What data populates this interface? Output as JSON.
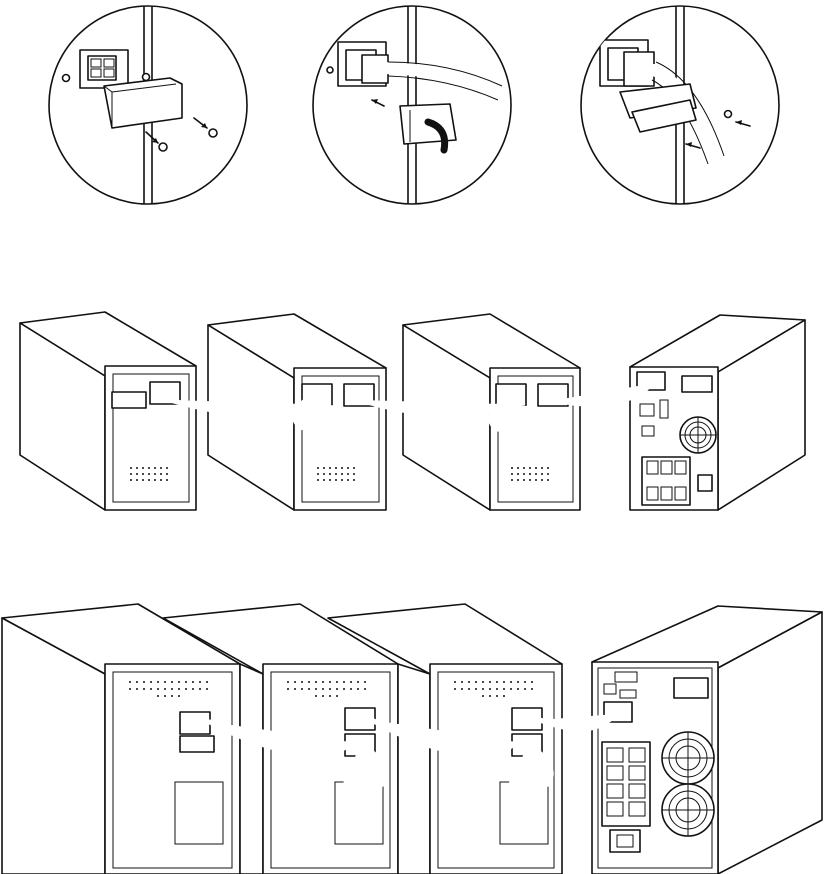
{
  "figure": {
    "detail_steps": [
      {
        "name": "detail-step-1-remove-cover-screws"
      },
      {
        "name": "detail-step-2-rotate-cover"
      },
      {
        "name": "detail-step-3-fasten-cable-retainer"
      }
    ],
    "rows": [
      {
        "name": "row-small-ups-with-battery-packs",
        "units": 4
      },
      {
        "name": "row-large-ups-with-battery-packs",
        "units": 4
      }
    ]
  },
  "colors": {
    "line": "#111111",
    "background": "#ffffff"
  }
}
